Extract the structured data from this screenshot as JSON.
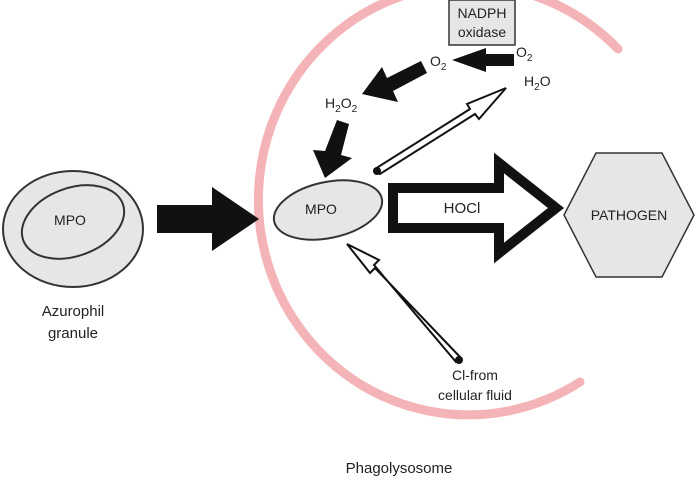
{
  "granule": {
    "enzyme": "MPO",
    "caption_line1": "Azurophil",
    "caption_line2": "granule"
  },
  "phagolysosome": {
    "enzyme": "MPO",
    "caption": "Phagolysosome"
  },
  "nadph_oxidase": {
    "line1": "NADPH",
    "line2": "oxidase"
  },
  "species": {
    "o2_left": "O",
    "o2_left_sub": "2",
    "o2_right": "O",
    "o2_right_sub": "2",
    "h2o": "H",
    "h2o_sub": "2",
    "h2o_tail": "O",
    "h2o2_a": "H",
    "h2o2_sub1": "2",
    "h2o2_b": "O",
    "h2o2_sub2": "2",
    "hocl": "HOCl",
    "cl_line1": "Cl-from",
    "cl_line2": "cellular fluid"
  },
  "pathogen": {
    "label": "PATHOGEN"
  },
  "colors": {
    "membrane": "#f4b3b6",
    "fill": "#e6e6e6",
    "stroke": "#333333",
    "arrow": "#111111"
  }
}
